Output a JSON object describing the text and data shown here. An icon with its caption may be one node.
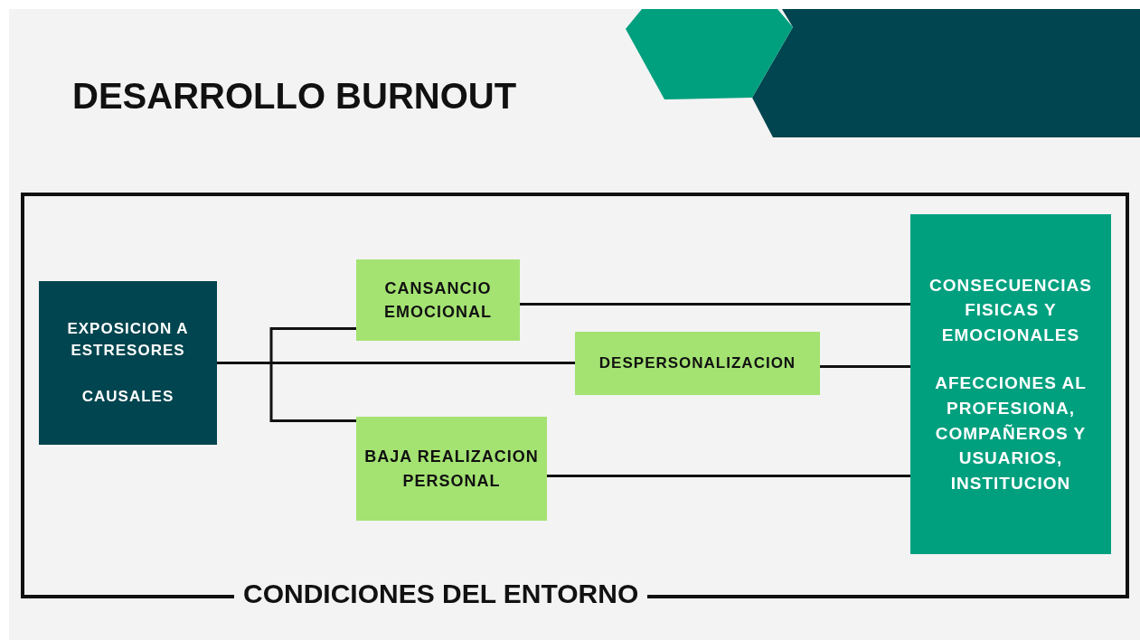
{
  "diagram": {
    "title": "DESARROLLO BURNOUT",
    "nodes": [
      {
        "text": [
          "CONDICIONES DEL ENTORNO"
        ]
      },
      {
        "text": [
          "EXPOSICION A ESTRESORES",
          "CAUSALES"
        ],
        "in": 0
      },
      {
        "text": [
          "CANSANCIO EMOCIONAL"
        ],
        "in": 0
      },
      {
        "text": [
          "DESPERSONALIZACION"
        ],
        "in": 0
      },
      {
        "text": [
          "BAJA REALIZACION PERSONAL"
        ],
        "in": 0
      },
      {
        "text": [
          "CONSECUENCIAS FISICAS Y EMOCIONALES",
          "AFECCIONES AL PROFESIONA, COMPAÑEROS Y USUARIOS, INSTITUCION"
        ],
        "in": 0
      }
    ],
    "edges": [
      {
        "from": 1,
        "to": 2,
        "arrow": "none"
      },
      {
        "from": 1,
        "to": 3,
        "arrow": "none"
      },
      {
        "from": 1,
        "to": 4,
        "arrow": "none"
      },
      {
        "from": 2,
        "to": 5,
        "arrow": "none"
      },
      {
        "from": 3,
        "to": 5,
        "arrow": "none"
      },
      {
        "from": 4,
        "to": 5,
        "arrow": "none"
      }
    ]
  }
}
